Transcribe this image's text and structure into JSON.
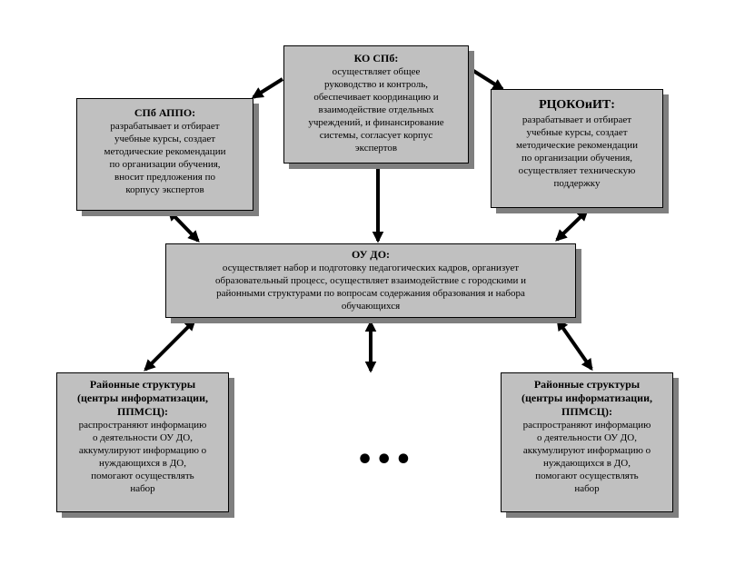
{
  "boxes": {
    "ko": {
      "title": "КО СПб:",
      "body": "осуществляет общее\nруководство и контроль,\nобеспечивает координацию и\nвзаимодействие отдельных\nучреждений, и финансирование\nсистемы, согласует корпус\nэкспертов"
    },
    "appo": {
      "title": "СПб АППО:",
      "body": "разрабатывает и отбирает\nучебные курсы, создает\nметодические рекомендации\nпо организации обучения,\nвносит предложения по\nкорпусу экспертов"
    },
    "rcoko": {
      "title": "РЦОКОиИТ:",
      "body": "разрабатывает и отбирает\nучебные курсы, создает\nметодические рекомендации\nпо организации обучения,\nосуществляет техническую\nподдержку"
    },
    "ou": {
      "title": "ОУ ДО:",
      "body": "осуществляет набор и подготовку педагогических кадров, организует\nобразовательный процесс, осуществляет взаимодействие с городскими и\nрайонными структурами по вопросам содержания образования и набора\nобучающихся"
    },
    "district_left": {
      "title": "Районные структуры\n(центры информатизации,\nППМСЦ):",
      "body": "распространяют информацию\nо деятельности ОУ ДО,\nаккумулируют информацию о\nнуждающихся в ДО,\nпомогают осуществлять\nнабор"
    },
    "district_right": {
      "title": "Районные структуры\n(центры информатизации,\nППМСЦ):",
      "body": "распространяют информацию\nо деятельности ОУ ДО,\nаккумулируют информацию о\nнуждающихся в ДО,\nпомогают осуществлять\nнабор"
    }
  },
  "ellipsis": "•••",
  "colors": {
    "box_fill": "#c0c0c0",
    "box_shadow": "#7f7f7f",
    "border": "#000000",
    "arrow": "#000000"
  }
}
